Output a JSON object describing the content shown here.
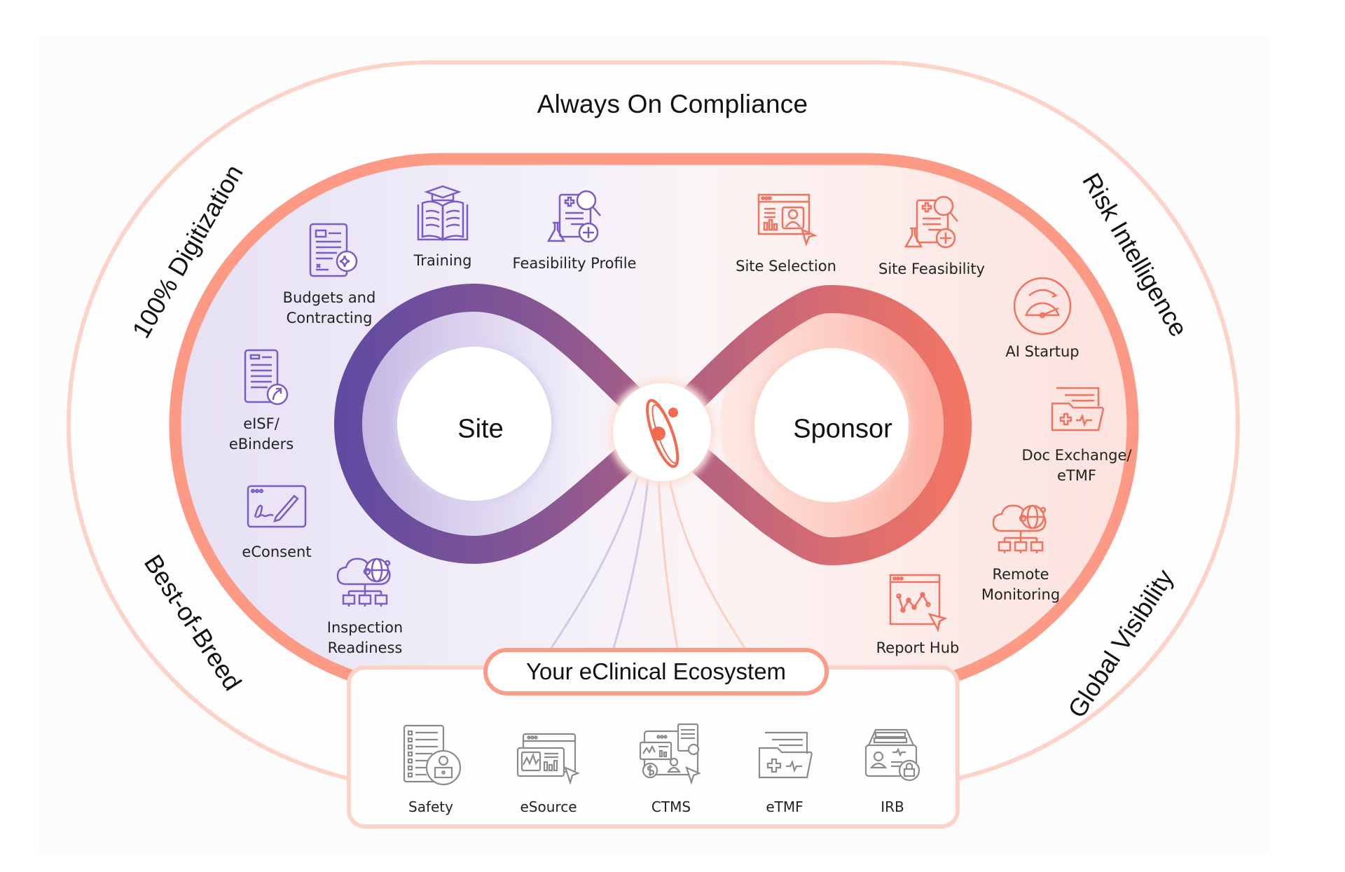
{
  "title": "Always On Compliance",
  "pillars": {
    "top_left": "100% Digitization",
    "top_right": "Risk Intelligence",
    "bottom_left": "Best-of-Breed",
    "bottom_right": "Global Visibility"
  },
  "hubs": {
    "left": "Site",
    "right": "Sponsor",
    "center_logo": "orbit-logo-icon"
  },
  "colors": {
    "site_purple": "#6a4fa3",
    "sponsor_coral": "#f07563",
    "ring_coral": "#fc9a85",
    "outer_ring": "#fdd3c9",
    "icon_purple": "#7b5cc4",
    "icon_coral": "#f0735f",
    "icon_gray": "#8a8a8a"
  },
  "site_items": [
    {
      "label": "Budgets and\nContracting",
      "icon": "contract-sparkle-icon"
    },
    {
      "label": "Training",
      "icon": "book-graduation-icon"
    },
    {
      "label": "Feasibility Profile",
      "icon": "document-flask-magnifier-icon"
    },
    {
      "label": "eISF/\neBinders",
      "icon": "document-share-icon"
    },
    {
      "label": "eConsent",
      "icon": "signature-window-icon"
    },
    {
      "label": "Inspection\nReadiness",
      "icon": "cloud-globe-network-icon"
    }
  ],
  "sponsor_items": [
    {
      "label": "Site Selection",
      "icon": "browser-profile-cursor-icon"
    },
    {
      "label": "Site Feasibility",
      "icon": "document-flask-magnifier-icon"
    },
    {
      "label": "AI Startup",
      "icon": "speedometer-icon"
    },
    {
      "label": "Doc Exchange/\neTMF",
      "icon": "medical-folder-icon"
    },
    {
      "label": "Remote\nMonitoring",
      "icon": "cloud-globe-network-icon"
    },
    {
      "label": "Report Hub",
      "icon": "line-chart-window-icon"
    }
  ],
  "ecosystem": {
    "title": "Your eClinical Ecosystem",
    "items": [
      {
        "label": "Safety",
        "icon": "checklist-user-laptop-icon"
      },
      {
        "label": "eSource",
        "icon": "dashboard-window-cursor-icon"
      },
      {
        "label": "CTMS",
        "icon": "multi-dashboard-icon"
      },
      {
        "label": "eTMF",
        "icon": "medical-folder-icon"
      },
      {
        "label": "IRB",
        "icon": "card-file-lock-icon"
      }
    ]
  }
}
